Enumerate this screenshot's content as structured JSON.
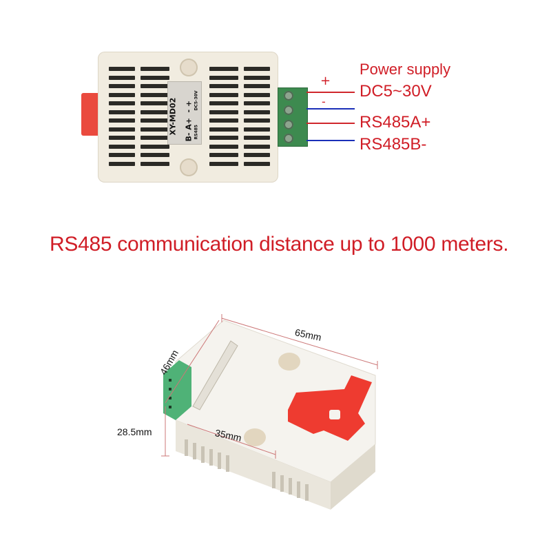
{
  "top_diagram": {
    "device_label": {
      "model": "XY-MD02",
      "terminals_power": "- +",
      "terminals_power_sub": "DC5-30V",
      "terminals_bus": "B- A+",
      "terminals_bus_sub": "RS485"
    },
    "wiring": {
      "plus_mark": "+",
      "minus_mark": "-",
      "title": "Power supply",
      "lines": [
        "DC5~30V",
        "RS485A+",
        "RS485B-"
      ]
    },
    "colors": {
      "text_red": "#d01d26",
      "wire_red": "#d0262b",
      "wire_blue": "#1a2fb8",
      "terminal_green": "#3d8a4f"
    }
  },
  "caption": "RS485 communication distance up to 1000 meters.",
  "bottom_diagram": {
    "dimensions": {
      "length": "65mm",
      "width": "46mm",
      "height": "28.5mm",
      "hole_spacing": "35mm"
    }
  }
}
